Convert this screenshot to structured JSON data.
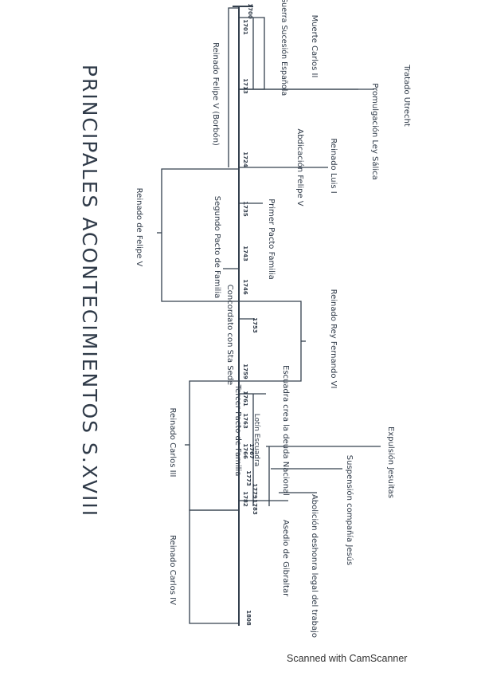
{
  "page_title": "PRINCIPALES ACONTECIMIENTOS S.XVIII",
  "footer": "Scanned with CamScanner",
  "years": [
    "1700",
    "1701",
    "1713",
    "1724",
    "1735",
    "1743",
    "1746",
    "1753",
    "1759",
    "1761",
    "1763",
    "1767",
    "1766",
    "1773",
    "1779",
    "1782",
    "1783",
    "1808"
  ],
  "events": {
    "muerte_carlos": "Muerte Carlos II",
    "guerra_sucesion": "Guerra Sucesión Española",
    "tratado_utrecht": "Tratado Utrecht",
    "promulgacion": "Promulgación Ley Sálica",
    "reinado_luis": "Reinado Luis I",
    "abdicacion": "Abdicación Felipe V",
    "primer_pacto": "Primer Pacto Familia",
    "segundo_pacto": "Segundo Pacto de Familia",
    "concordato": "Concordato con Sta Sede",
    "tercer_pacto": "Tercer Pacto de Familia",
    "escuadra": "Escuadra crea la deuda Nacional",
    "lotin": "Lotín Escuadra",
    "expulsion": "Expulsión Jesuitas",
    "suspension": "Suspensión compañía Jesús",
    "abolicion": "Abolición deshonra legal del trabajo",
    "asedio": "Asedio de Gibraltar"
  },
  "reigns": {
    "felipe_borbon": "Reinado Felipe V (Borbón)",
    "felipe_v": "Reinado de Felipe V",
    "fernando": "Reinado Rey Fernando VI",
    "carlos_iii": "Reinado Carlos III",
    "carlos_iv": "Reinado Carlos IV"
  }
}
